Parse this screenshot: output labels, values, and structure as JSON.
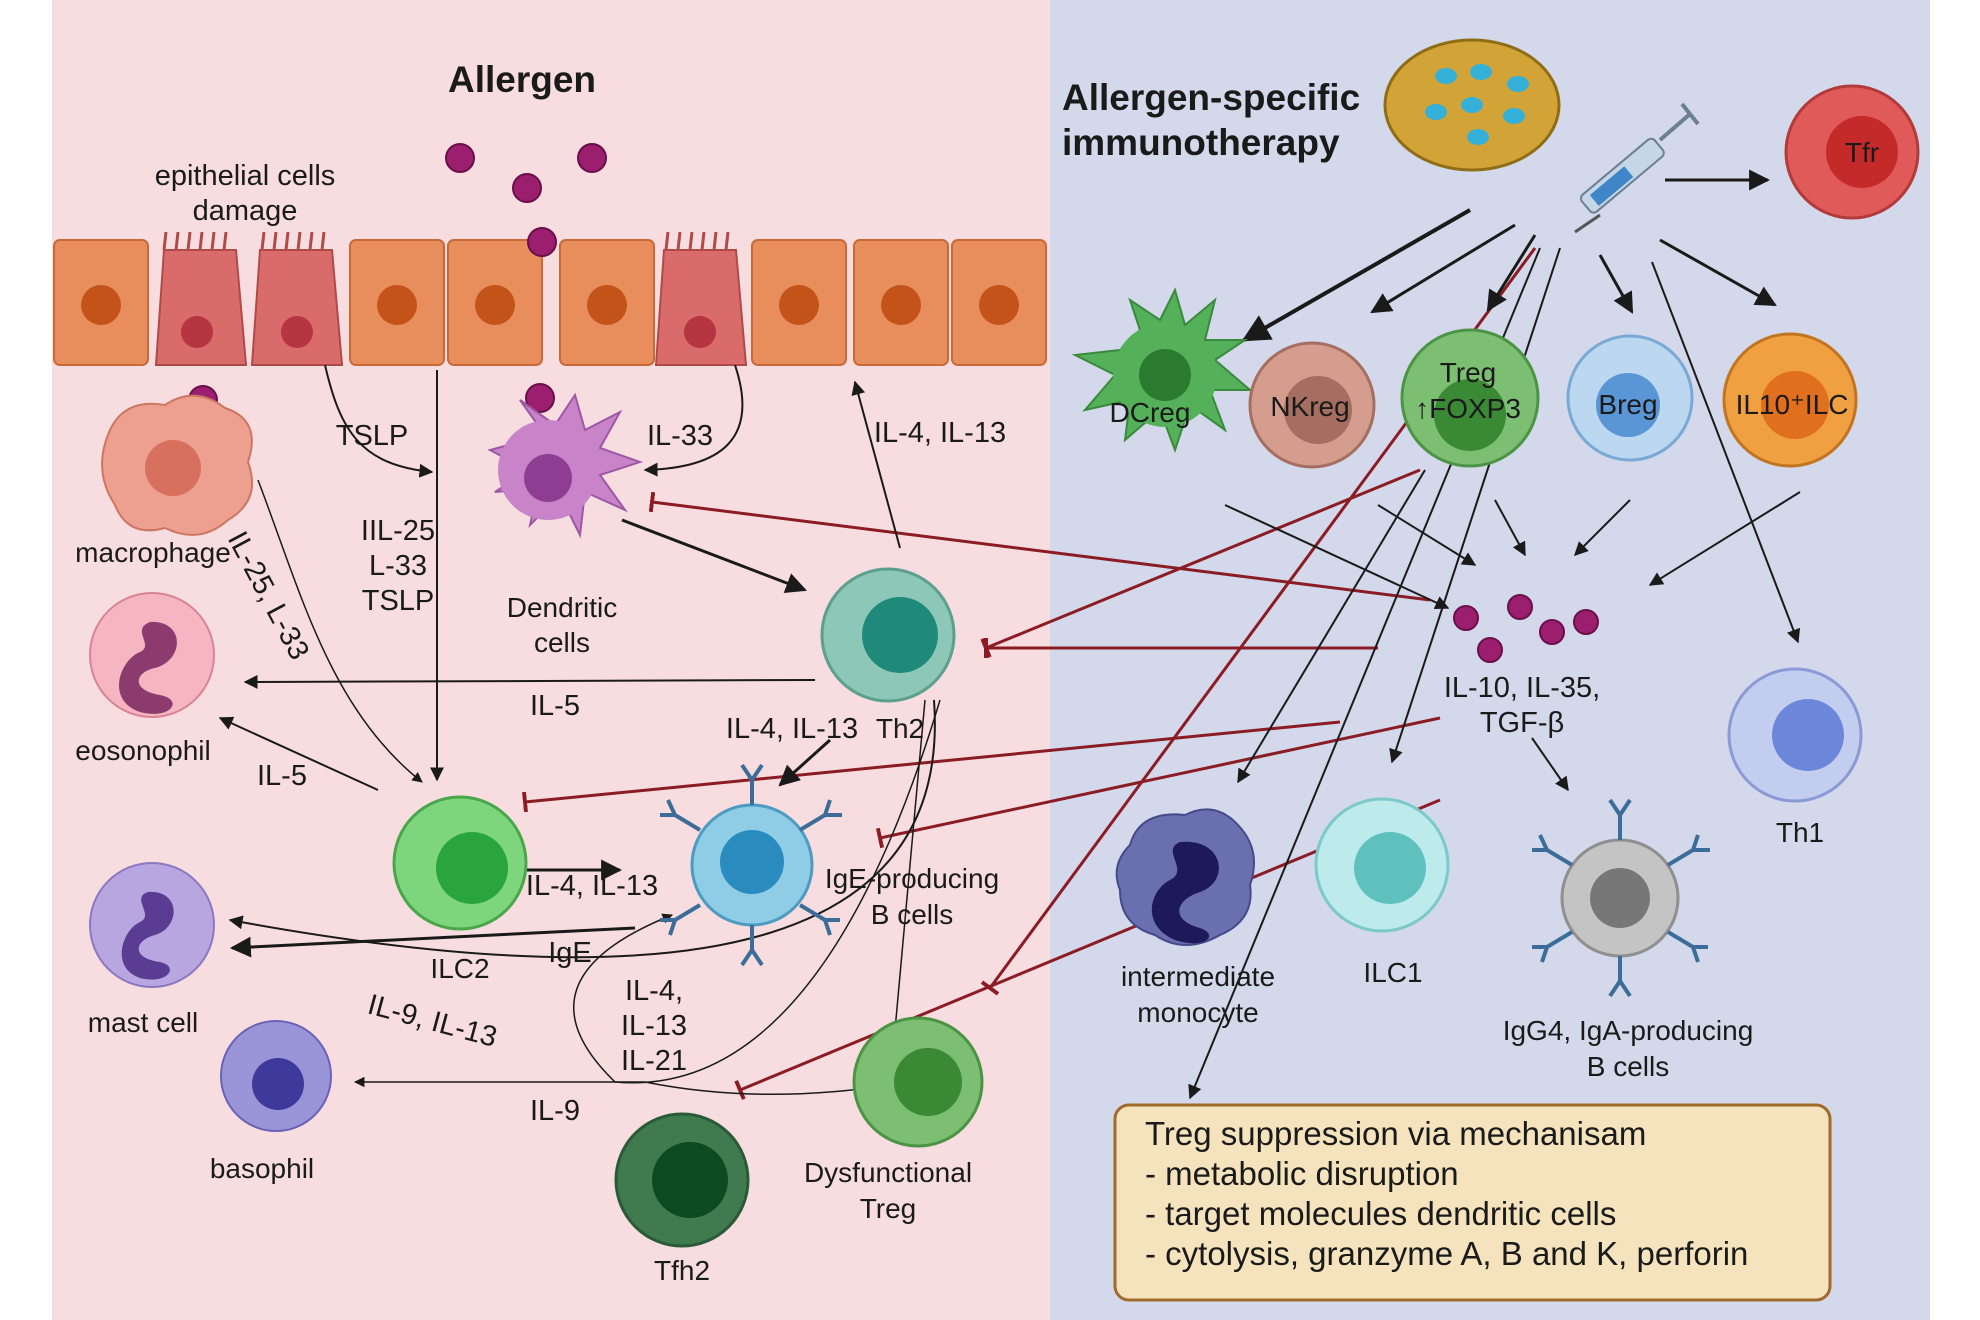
{
  "titles": {
    "allergen": "Allergen",
    "ait_line1": "Allergen-specific",
    "ait_line2": "immunotherapy"
  },
  "labels": {
    "epithelial_line1": "epithelial cells",
    "epithelial_line2": "damage",
    "tslp": "TSLP",
    "il33": "IL-33",
    "il25_l33_tslp_1": "IIL-25",
    "il25_l33_tslp_2": "L-33",
    "il25_l33_tslp_3": "TSLP",
    "il4_il13_up": "IL-4, IL-13",
    "il25_il33_diag": "IL-25, L-33",
    "il5_a": "IL-5",
    "il5_b": "IL-5",
    "il4_il13_th2": "IL-4, IL-13",
    "il4_il13_ilc2": "IL-4, IL-13",
    "ige": "IgE",
    "il9_il13": "IL-9, IL-13",
    "il4_line": "IL-4,",
    "il13_line": "IL-13",
    "il21_line": "IL-21",
    "il9": "IL-9",
    "cytokines_line1": "IL-10, IL-35,",
    "cytokines_line2": "TGF-β"
  },
  "cells": {
    "macrophage": "macrophage",
    "dendritic_1": "Dendritic",
    "dendritic_2": "cells",
    "eosonophil": "eosonophil",
    "th2": "Th2",
    "ilc2": "ILC2",
    "ige_b_1": "IgE-producing",
    "ige_b_2": "B cells",
    "mast_cell": "mast cell",
    "basophil": "basophil",
    "tfh2": "Tfh2",
    "dys_treg_1": "Dysfunctional",
    "dys_treg_2": "Treg",
    "tfr": "Tfr",
    "dcreg": "DCreg",
    "nkreg": "NKreg",
    "treg_1": "Treg",
    "treg_2": "↑FOXP3",
    "breg": "Breg",
    "il10_ilc": "IL10⁺ILC",
    "th1": "Th1",
    "int_mono_1": "intermediate",
    "int_mono_2": "monocyte",
    "ilc1": "ILC1",
    "igg4_b_1": "IgG4, IgA-producing",
    "igg4_b_2": "B cells"
  },
  "box": {
    "line1": "Treg suppression via mechanisam",
    "line2": "- metabolic disruption",
    "line3": "- target molecules dendritic cells",
    "line4": "- cytolysis, granzyme A, B and K, perforin"
  },
  "colors": {
    "left_panel": "#f7dde0",
    "right_panel": "#d3d8ea",
    "activation_arrow": "#1a1a1a",
    "inhibition_line": "#8b1c24",
    "allergen_particle": "#9c1e6e"
  }
}
